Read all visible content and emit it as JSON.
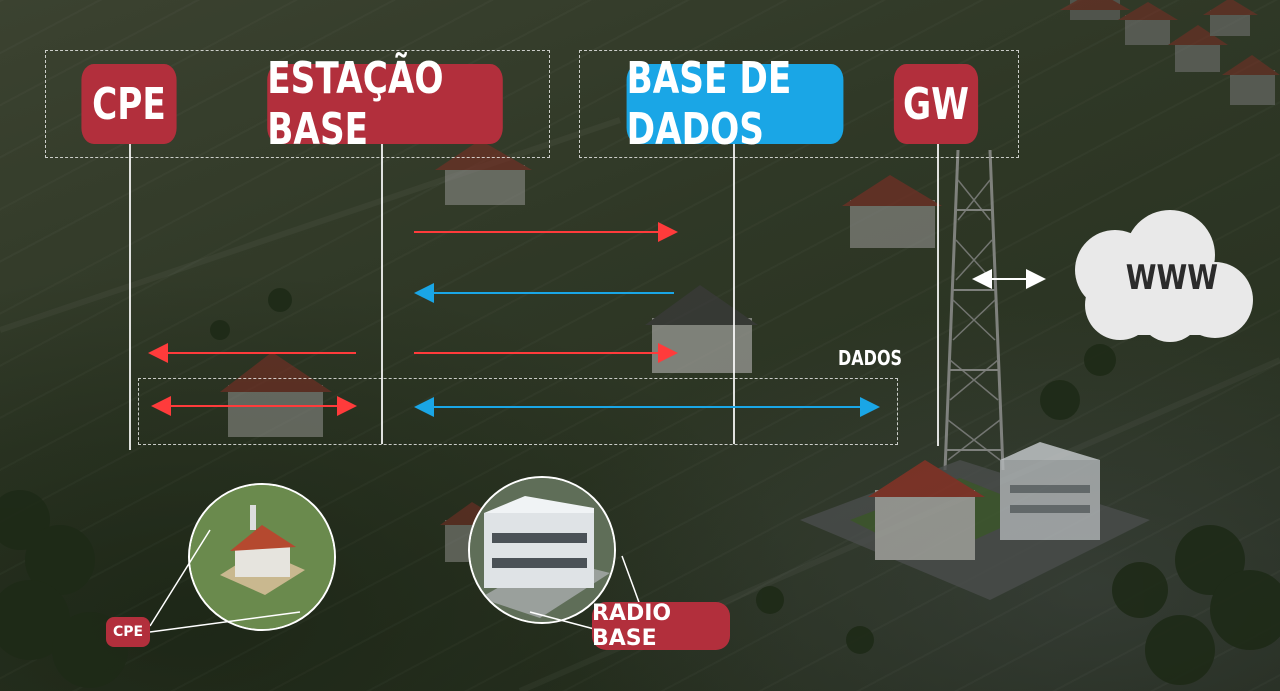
{
  "header": {
    "cpe": "CPE",
    "estacao_base": "ESTAÇÃO BASE",
    "base_de_dados": "BASE DE DADOS",
    "gw": "GW"
  },
  "diagram": {
    "dados_label": "DADOS",
    "cloud_label": "WWW"
  },
  "illustration": {
    "cpe_tag": "CPE",
    "radio_base_tag": "RADIO BASE"
  },
  "colors": {
    "red_arrow": "#ff3b3b",
    "blue_arrow": "#1aa6e6",
    "pill_red": "#b22f3c",
    "pill_blue": "#1aa6e6"
  }
}
